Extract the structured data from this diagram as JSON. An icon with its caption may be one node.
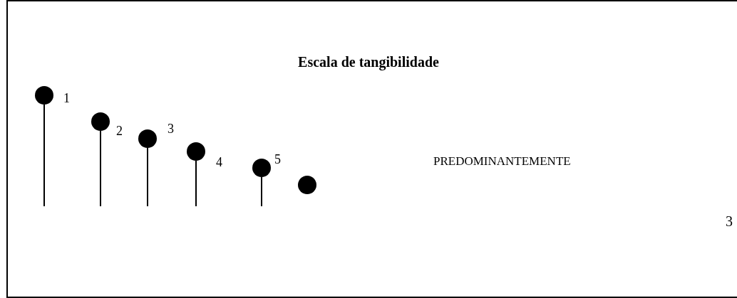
{
  "diagram": {
    "title": "Escala de tangibilidade",
    "nodes": [
      {
        "text": [],
        "shape": "circle",
        "beside": [
          "1"
        ]
      },
      {
        "text": [],
        "shape": "circle",
        "beside": [
          "2"
        ]
      },
      {
        "text": [],
        "shape": "circle",
        "beside": [
          "3"
        ]
      },
      {
        "text": [],
        "shape": "circle",
        "beside": [
          "4"
        ]
      },
      {
        "text": [],
        "shape": "circle",
        "beside": [
          "5"
        ]
      },
      {
        "text": [],
        "shape": "circle"
      }
    ],
    "edges": [],
    "labels": [
      "PREDOMINANTEMENTE",
      "3"
    ]
  }
}
